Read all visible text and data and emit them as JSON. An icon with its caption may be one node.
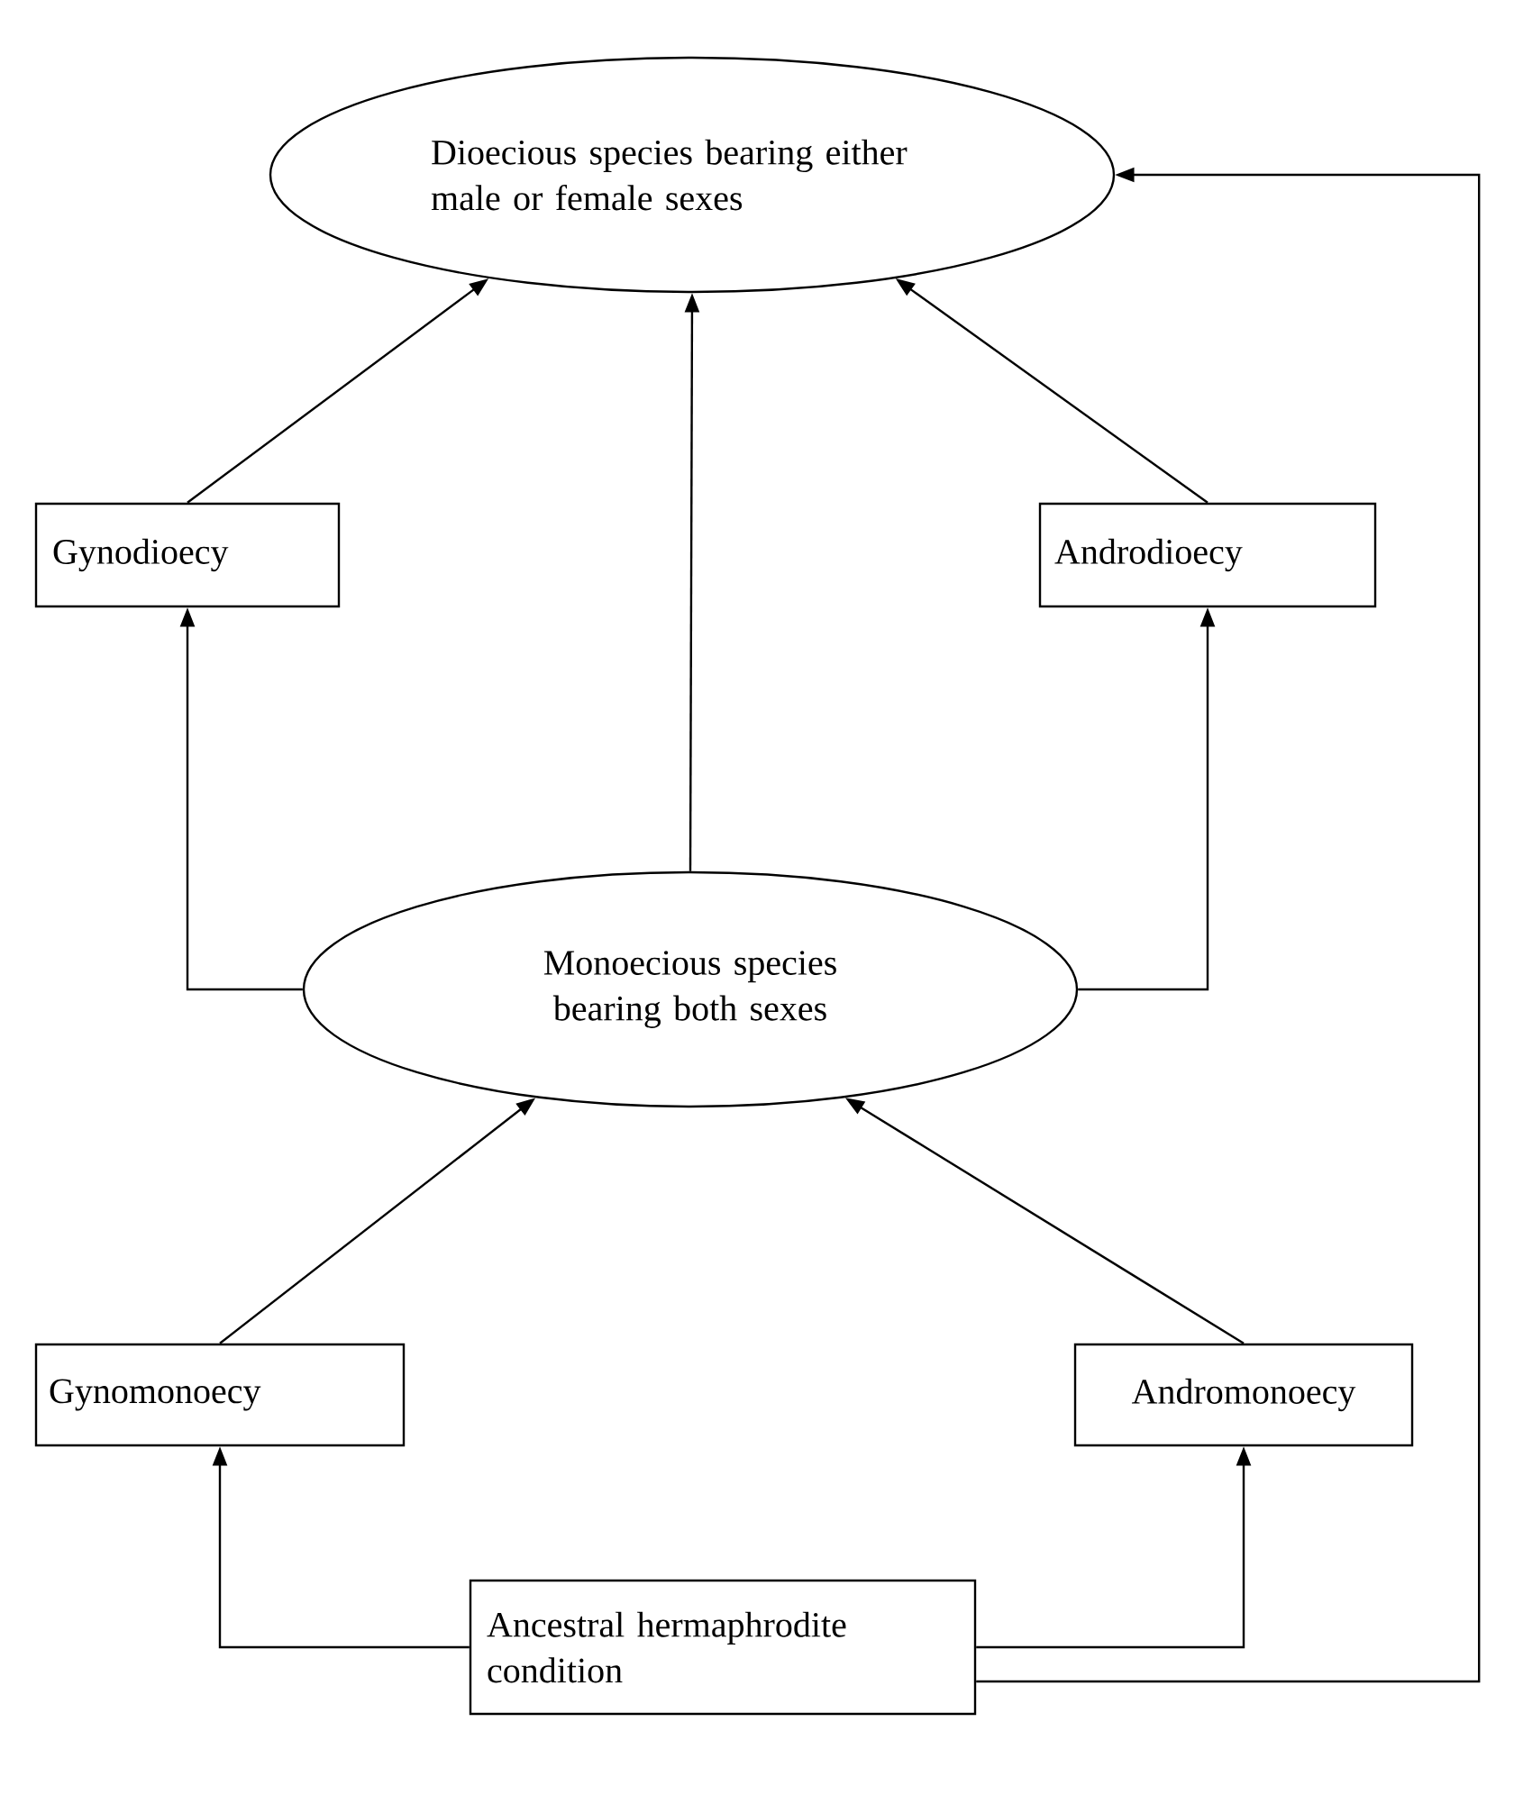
{
  "diagram": {
    "nodes": [
      {
        "text": [
          "Dioecious species bearing either male or female sexes"
        ]
      },
      {
        "text": [
          "Gynodioecy"
        ]
      },
      {
        "text": [
          "Androdioecy"
        ]
      },
      {
        "text": [
          "Monoecious species bearing both sexes"
        ]
      },
      {
        "text": [
          "Gynomonoecy"
        ]
      },
      {
        "text": [
          "Andromonoecy"
        ]
      },
      {
        "text": [
          "Ancestral hermaphrodite condition"
        ]
      }
    ],
    "edges": [
      {
        "from": 1,
        "to": 0,
        "arrow": "to"
      },
      {
        "from": 3,
        "to": 0,
        "arrow": "to"
      },
      {
        "from": 2,
        "to": 0,
        "arrow": "to"
      },
      {
        "from": 3,
        "to": 1,
        "arrow": "to"
      },
      {
        "from": 3,
        "to": 2,
        "arrow": "to"
      },
      {
        "from": 4,
        "to": 3,
        "arrow": "to"
      },
      {
        "from": 5,
        "to": 3,
        "arrow": "to"
      },
      {
        "from": 6,
        "to": 4,
        "arrow": "to"
      },
      {
        "from": 6,
        "to": 5,
        "arrow": "to"
      },
      {
        "from": 6,
        "to": 0,
        "arrow": "to"
      }
    ]
  }
}
